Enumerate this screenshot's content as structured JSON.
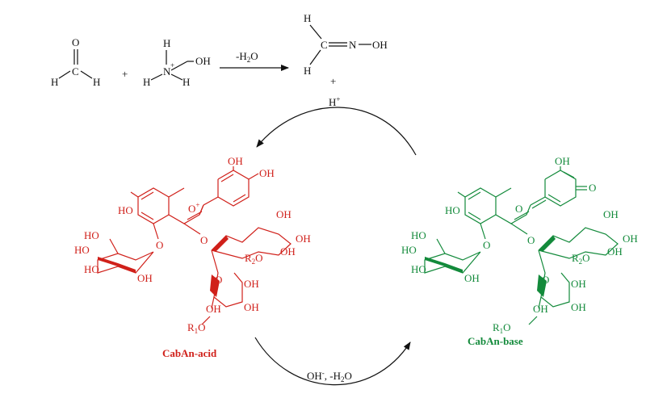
{
  "reaction_top": {
    "formaldehyde": {
      "O": "O",
      "H_left": "H",
      "C": "C",
      "H_right": "H"
    },
    "plus1": "+",
    "hydroxylamine": {
      "H_top": "H",
      "N": "N",
      "charge": "+",
      "OH": "OH",
      "H_left": "H",
      "H_right": "H"
    },
    "arrow_label": "-H",
    "arrow_label_sub": "2",
    "arrow_label_tail": "O",
    "oxime": {
      "H_top": "H",
      "C": "C",
      "N": "N",
      "OH": "OH",
      "H_bottom": "H"
    },
    "plus2": "+",
    "proton": "H",
    "proton_charge": "+"
  },
  "acid": {
    "name": "CabAn-acid",
    "color": "#d0201a",
    "labels": {
      "OH_top": "OH",
      "OH_right": "OH",
      "O_plus": "O",
      "O_plus_charge": "+",
      "HO_left": "HO",
      "O_link": "O",
      "O_link2": "O",
      "R2": "R",
      "R2_sub": "2",
      "R2_tail": "O",
      "HO_a": "HO",
      "HO_b": "HO",
      "OH_c": "OH",
      "HO_d": "HO",
      "OH_e": "OH",
      "OH_f": "OH",
      "OH_g": "OH",
      "OH_h": "OH",
      "OH_i": "OH",
      "OH_j": "OH",
      "O_ring": "O",
      "R1": "R",
      "R1_sub": "1",
      "R1_tail": "O"
    }
  },
  "base": {
    "name": "CabAn-base",
    "color": "#138a3b",
    "labels": {
      "OH_top": "OH",
      "O_keto": "O",
      "O_ring": "O",
      "HO_left": "HO",
      "O_link": "O",
      "O_link2": "O",
      "R2": "R",
      "R2_sub": "2",
      "R2_tail": "O",
      "HO_a": "HO",
      "HO_b": "HO",
      "OH_c": "OH",
      "HO_d": "HO",
      "OH_e": "OH",
      "OH_f": "OH",
      "OH_g": "OH",
      "OH_h": "OH",
      "OH_i": "OH",
      "OH_j": "OH",
      "O_sugar": "O",
      "R1": "R",
      "R1_sub": "1",
      "R1_tail": "O"
    }
  },
  "bottom_arrow": {
    "label": "OH",
    "label_sup": "-",
    "label_tail": ",  -H",
    "label_sub": "2",
    "label_end": "O"
  }
}
